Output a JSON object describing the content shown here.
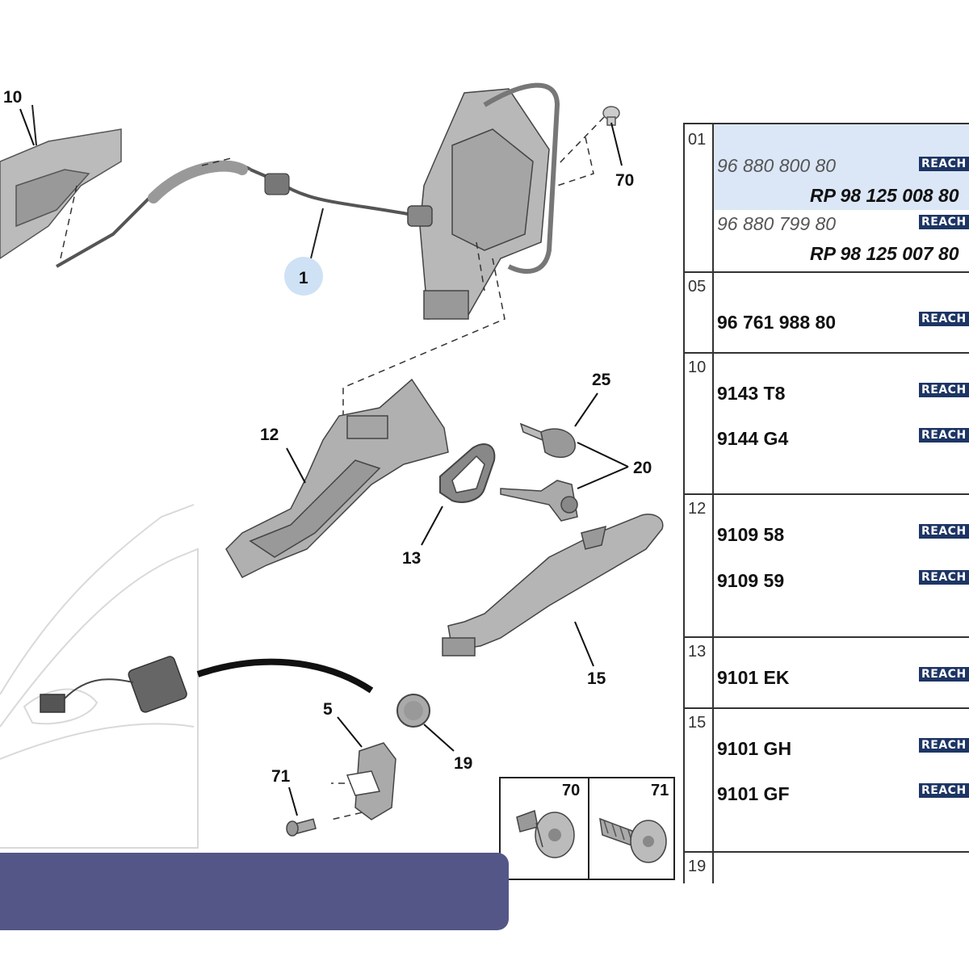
{
  "callouts": {
    "c10": "10",
    "c70": "70",
    "c1": "1",
    "c25": "25",
    "c12": "12",
    "c20": "20",
    "c13": "13",
    "c15": "15",
    "c5": "5",
    "c19": "19",
    "c71": "71"
  },
  "inset": {
    "left_label": "70",
    "right_label": "71"
  },
  "parts_table": {
    "badge": "REACH",
    "rows": [
      {
        "num": "01",
        "refs": [
          "96 880 800 80",
          "RP 98 125 008 80",
          "96 880 799 80",
          "RP 98 125 007 80"
        ]
      },
      {
        "num": "05",
        "refs": [
          "96 761 988 80"
        ]
      },
      {
        "num": "10",
        "refs": [
          "9143 T8",
          "9144 G4"
        ]
      },
      {
        "num": "12",
        "refs": [
          "9109 58",
          "9109 59"
        ]
      },
      {
        "num": "13",
        "refs": [
          "9101 EK"
        ]
      },
      {
        "num": "15",
        "refs": [
          "9101 GH",
          "9101 GF"
        ]
      },
      {
        "num": "19",
        "refs": []
      }
    ]
  },
  "colors": {
    "highlight": "#dbe7f7",
    "badge": "#1d3564",
    "banner": "#535687"
  }
}
